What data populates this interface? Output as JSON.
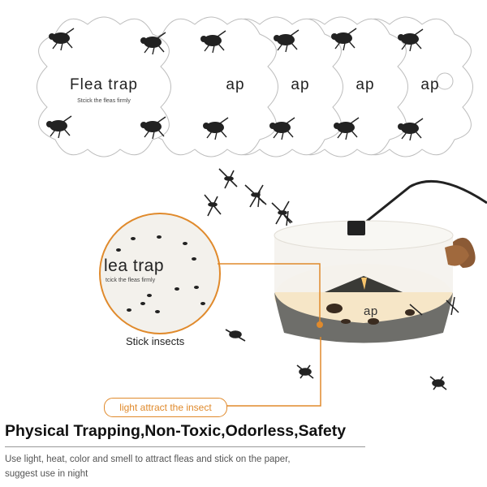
{
  "pads": {
    "title": "Flea trap",
    "title_partial": "ap",
    "subtitle": "Stcick the fleas firmly"
  },
  "zoom": {
    "title": "lea trap",
    "subtitle": "tcick the fleas firmly"
  },
  "trap": {
    "base_label": "ap"
  },
  "callouts": {
    "stick_insects": "Stick insects",
    "light": "light attract the insect"
  },
  "headline": "Physical Trapping,Non-Toxic,Odorless,Safety",
  "description": {
    "line1": "Use light, heat, color and smell to attract fleas and stick on the paper,",
    "line2": "suggest use in night"
  },
  "colors": {
    "accent": "#e08a2c",
    "trap_body": "#6e6e6a",
    "trap_lid": "#f4f2ee"
  }
}
